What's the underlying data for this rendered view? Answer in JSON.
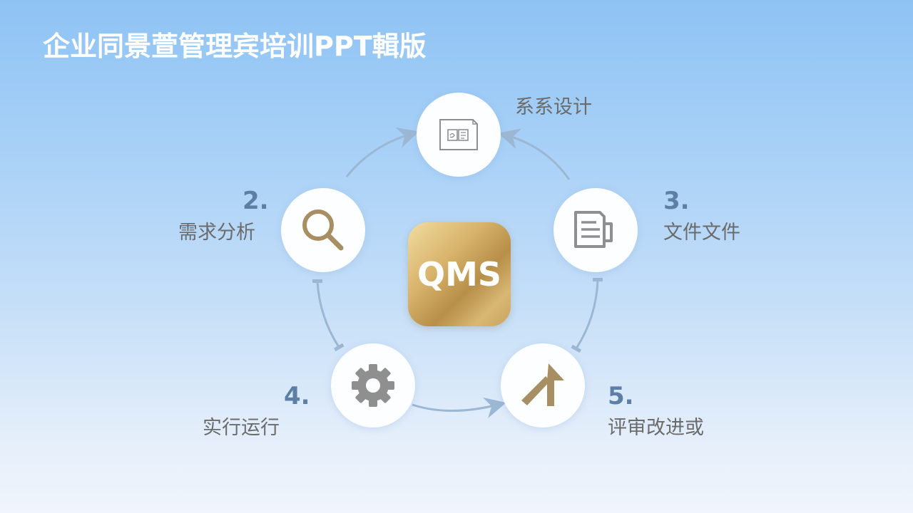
{
  "slide": {
    "title": "企业同景萱管理宾培训PPT輯版"
  },
  "center": {
    "label": "QMS",
    "colors": {
      "gold_light": "#f1dca0",
      "gold_dark": "#b78f48"
    }
  },
  "steps": [
    {
      "number": "",
      "label": "系系设计",
      "icon": "document-design-icon"
    },
    {
      "number": "2.",
      "label": "需求分析",
      "icon": "magnifier-icon"
    },
    {
      "number": "3.",
      "label": "文件文件",
      "icon": "file-document-icon"
    },
    {
      "number": "4.",
      "label": "实行运行",
      "icon": "gear-icon"
    },
    {
      "number": "5.",
      "label": "评审改进或",
      "icon": "arrow-up-merge-icon"
    }
  ],
  "colors": {
    "background_top": "#8ec3f4",
    "background_bottom": "#f1f5fc",
    "step_number": "#5d7fa6",
    "label_text": "#6b6b6b",
    "icon_gold": "#a88e63",
    "icon_gray": "#8f8f8f",
    "connector": "#9bb7d4"
  }
}
